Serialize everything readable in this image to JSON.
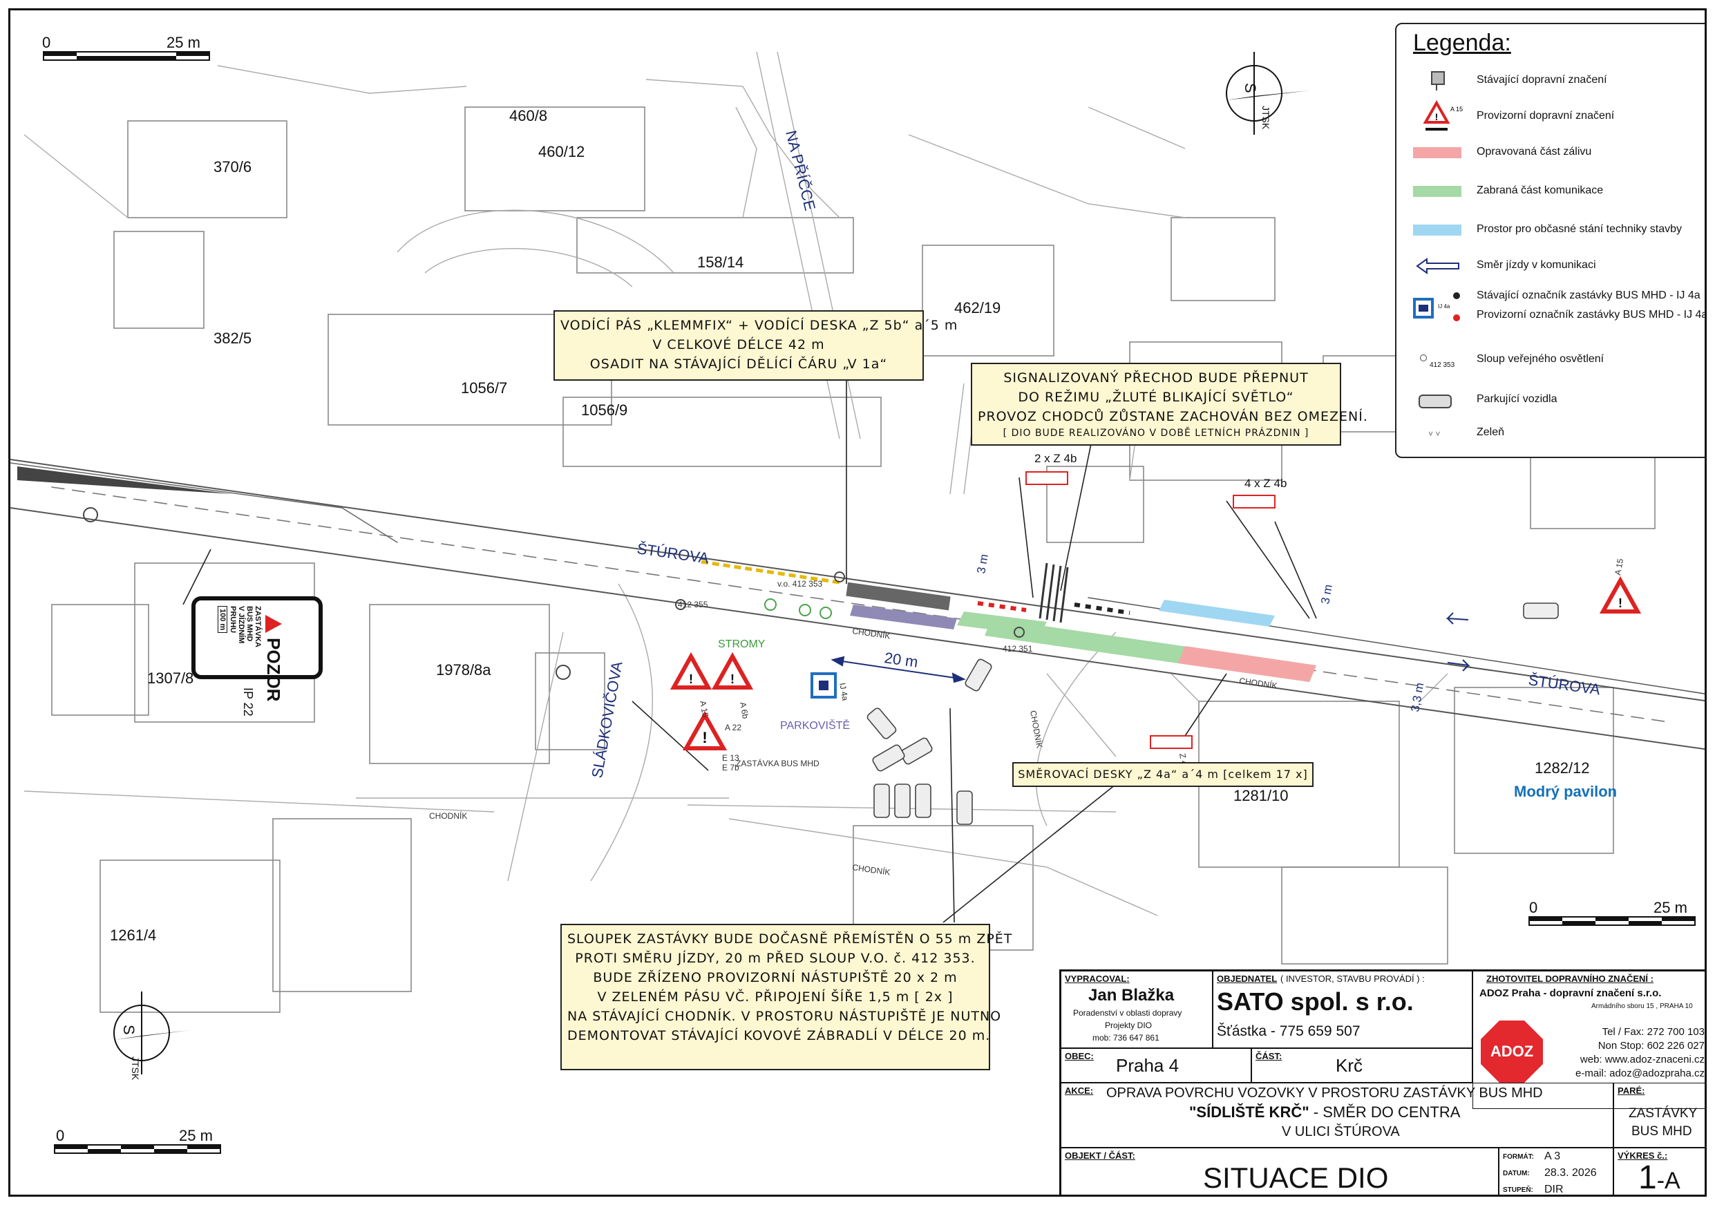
{
  "scale_bars": [
    {
      "start": "0",
      "end": "25 m"
    },
    {
      "start": "0",
      "end": "25 m"
    },
    {
      "start": "0",
      "end": "25 m"
    }
  ],
  "compass": {
    "north": "S",
    "system": "JTSK"
  },
  "parcels": [
    "460/8",
    "460/12",
    "370/6",
    "382/5",
    "158/14",
    "462/19",
    "1056/7",
    "1056/9",
    "1307/8",
    "1978/8a",
    "1281/10",
    "1282/12",
    "1261/4"
  ],
  "pavilion": "Modrý pavilon",
  "streets": {
    "na_pricce": "NA PŘÍČCE",
    "sturova_1": "ŠTÚROVA",
    "sturova_2": "ŠTÚROVA",
    "sladkovicova": "SLÁDKOVIČOVA"
  },
  "labels": {
    "chodnik_1": "CHODNÍK",
    "chodnik_2": "CHODNÍK",
    "chodnik_3": "CHODNÍK",
    "chodnik_4": "CHODNÍK",
    "chodnik_5": "CHODNÍK",
    "stromy": "STROMY",
    "parkoviste": "PARKOVIŠTĚ",
    "dim_20m": "20 m",
    "dim_3m_a": "3 m",
    "dim_3m_b": "3 m",
    "dim_33m": "3,3 m",
    "sign_2xz4b": "2 x Z 4b",
    "sign_4xz4b": "4 x Z 4b",
    "vo_412353": "v.o. 412 353",
    "pole_412355": "412 355",
    "pole_412351": "412 351",
    "a15": "A 15",
    "a6b": "A 6b",
    "a22": "A 22",
    "e13": "E 13",
    "e7b": "E 7b",
    "zastavka_bus": "ZASTÁVKA BUS MHD",
    "ij4a": "IJ 4a",
    "ip22": "IP 22",
    "a15_right": "A 15",
    "z4a": "Z 4a"
  },
  "pozor_sign": {
    "title": "POZOR",
    "lines": [
      "ZASTÁVKA",
      "BUS MHD",
      "V JÍZDNÍM",
      "PRUHU"
    ],
    "distance": "100 m"
  },
  "notes": {
    "klemmfix": [
      "VODÍCÍ  PÁS „KLEMMFIX“ + VODÍCÍ DESKA „Z 5b“ a´5 m",
      "V  CELKOVÉ  DÉLCE  42 m",
      "OSADIT  NA  STÁVAJÍCÍ  DĚLÍCÍ  ČÁRU  „V 1a“"
    ],
    "signal": [
      "SIGNALIZOVANÝ  PŘECHOD  BUDE  PŘEPNUT",
      "DO REŽIMU  „ŽLUTÉ BLIKAJÍCÍ  SVĚTLO“",
      "PROVOZ  CHODCŮ ZŮSTANE  ZACHOVÁN  BEZ  OMEZENÍ."
    ],
    "signal_small": "[ DIO  BUDE  REALIZOVÁNO  V  DOBĚ  LETNÍCH  PRÁZDNIN ]",
    "smerovaci": "SMĚROVACÍ  DESKY  „Z 4a“  a´4 m  [celkem   17 x]",
    "sloupek": [
      "SLOUPEK  ZASTÁVKY  BUDE  DOČASNĚ  PŘEMÍSTĚN  O 55 m  ZPĚT",
      "PROTI  SMĚRU  JÍZDY, 20 m  PŘED  SLOUP  V.O. č. 412 353.",
      "BUDE  ZŘÍZENO  PROVIZORNÍ  NÁSTUPIŠTĚ   20 x 2 m",
      "V  ZELENÉM  PÁSU  VČ.  PŘIPOJENÍ  ŠÍŘE  1,5 m [ 2x ]",
      "NA STÁVAJÍCÍ  CHODNÍK. V  PROSTORU  NÁSTUPIŠTĚ  JE  NUTNO",
      "DEMONTOVAT  STÁVAJÍCÍ  KOVOVÉ  ZÁBRADLÍ  V DÉLCE 20 m."
    ]
  },
  "legend": {
    "title": "Legenda:",
    "items": [
      "Stávající dopravní značení",
      "Provizorní dopravní značení",
      "Opravovaná část zálivu",
      "Zabraná část  komunikace",
      "Prostor pro občasné stání techniky stavby",
      "Směr  jízdy v komunikaci",
      "Stávající  označník zastávky  BUS MHD - IJ 4a",
      "Provizorní označník zastávky  BUS MHD - IJ 4a",
      "Sloup veřejného osvětlení",
      "Parkující vozidla",
      "Zeleň"
    ],
    "a15": "A 15",
    "ij4a": "IJ 4a",
    "pole_num": "412 353"
  },
  "colors": {
    "repaired": "#f4a6a6",
    "closed": "#a5d9a5",
    "machinery": "#9fd6f2",
    "note_bg": "#fdf7d2",
    "adoz": "#e3282e",
    "pavilion": "#1570b8",
    "street": "#1d2f7a"
  },
  "title_block": {
    "vypracoval_label": "VYPRACOVAL:",
    "author": "Jan Blažka",
    "author_role1": "Poradenství v oblasti dopravy",
    "author_role2": "Projekty DIO",
    "author_phone": "mob: 736 647 861",
    "objednatel_label": "OBJEDNATEL",
    "objednatel_hint": "( INVESTOR, STAVBU  PROVÁDÍ ) :",
    "client": "SATO  spol. s r.o.",
    "client_contact": "Šťástka - 775 659 507",
    "zhotovitel_label": "ZHOTOVITEL  DOPRAVNÍHO  ZNAČENÍ :",
    "contractor": "ADOZ Praha - dopravní značení s.r.o.",
    "contractor_address": "Armádního sboru 15 ,  PRAHA 10",
    "adoz_logo": "ADOZ",
    "tel": "Tel / Fax: 272 700 103",
    "nonstop": "Non Stop: 602 226 027",
    "web": "web: www.adoz-znaceni.cz",
    "email": "e-mail: adoz@adozpraha.cz",
    "obec_label": "OBEC:",
    "obec": "Praha 4",
    "cast_label": "ČÁST:",
    "cast": "Krč",
    "akce_label": "AKCE:",
    "akce_line1": "OPRAVA POVRCHU VOZOVKY  V PROSTORU  ZASTÁVKY  BUS  MHD",
    "akce_line2_bold": "\"SÍDLIŠTĚ  KRČ\"",
    "akce_line2_rest": " - SMĚR  DO  CENTRA",
    "akce_line3": "V  ULICI  ŠTÚROVA",
    "pare_label": "PARÉ:",
    "pare_1": "ZASTÁVKY",
    "pare_2": "BUS  MHD",
    "objekt_label": "OBJEKT / ČÁST:",
    "objekt": "SITUACE  DIO",
    "format_label": "FORMÁT:",
    "format": "A 3",
    "datum_label": "DATUM:",
    "datum": "28.3. 2026",
    "stupen_label": "STUPEŇ:",
    "stupen": "DIR",
    "vykres_label": "VÝKRES č.:",
    "vykres_num": "1",
    "vykres_suffix": "-A"
  }
}
